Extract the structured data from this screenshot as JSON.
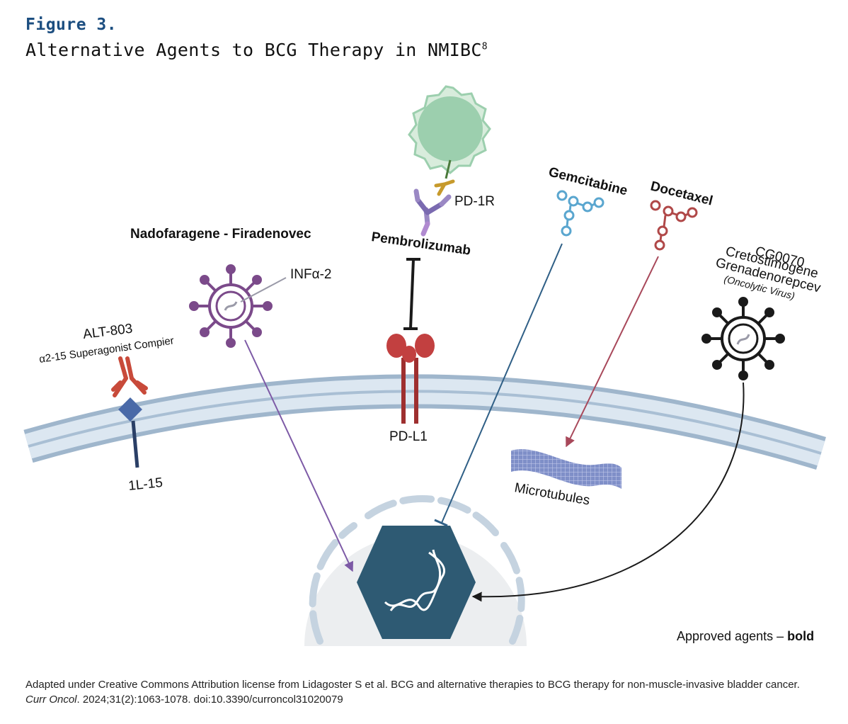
{
  "figure": {
    "label": "Figure 3.",
    "title": "Alternative Agents to BCG Therapy in NMIBC",
    "title_superscript": "8"
  },
  "agents": {
    "nadofaragene": "Nadofaragene - Firadenovec",
    "infa2": "INFα-2",
    "alt803": "ALT-803",
    "alt803_sub": "α2-15 Superagonist Compier",
    "il15": "1L-15",
    "pd1r": "PD-1R",
    "pembrolizumab": "Pembrolizumab",
    "pdl1": "PD-L1",
    "gemcitabine": "Gemcitabine",
    "docetaxel": "Docetaxel",
    "cg0070": "CG0070",
    "cretostimogene": "Cretostimogene",
    "grenadenorepcev": "Grenadenorepcev",
    "oncolytic": "(Oncolytic Virus)",
    "microtubules": "Microtubules"
  },
  "legend": {
    "prefix": "Approved agents – ",
    "bold": "bold"
  },
  "caption": {
    "text_1": "Adapted under Creative Commons Attribution license from Lidagoster S et al. BCG and alternative therapies to BCG therapy for non-muscle-invasive bladder cancer. ",
    "journal": "Curr Oncol",
    "text_2": ". 2024;31(2):1063-1078. doi:10.3390/curroncol31020079"
  },
  "colors": {
    "title_blue": "#1c4e80",
    "membrane": "#c6d5e4",
    "nucleus": "#2e5a73",
    "virus_purple": "#7b4a8a",
    "virus_black": "#1a1a1a",
    "tcell_green": "#9ccfae",
    "receptor_red": "#b83a3a",
    "gemcitabine_blue": "#5aa6cf",
    "docetaxel_red": "#b04848",
    "arrow_purple": "#7d5aa6",
    "arrow_blue": "#2f5f86",
    "arrow_red": "#a8485a"
  }
}
